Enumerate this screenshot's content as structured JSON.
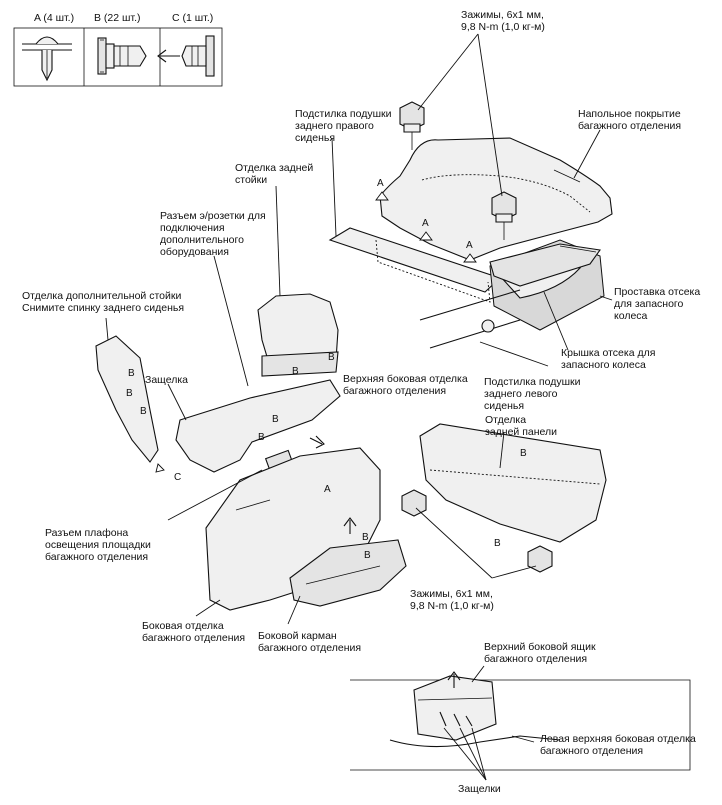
{
  "fastener_key": {
    "a": "A (4 шт.)",
    "b": "B (22 шт.)",
    "c": "C (1 шт.)"
  },
  "labels": {
    "clips_top": "Зажимы, 6x1 мм,\n9,8 N-m (1,0 кг-м)",
    "right_cushion_pad": "Подстилка подушки\nзаднего правого\nсиденья",
    "trunk_floor_cover": "Напольное покрытие\nбагажного отделения",
    "rear_pillar_trim": "Отделка задней\nстойки",
    "accessory_connector": "Разъем э/розетки для\nподключения\nдополнительного\nоборудования",
    "extra_pillar_trim": "Отделка дополнительной стойки\nСнимите спинку заднего сиденья",
    "latch": "Защелка",
    "upper_side_trim": "Верхняя боковая отделка\nбагажного отделения",
    "spare_spacer": "Проставка отсека\nдля запасного\nколеса",
    "spare_lid": "Крышка отсека для\nзапасного колеса",
    "left_cushion_pad": "Подстилка подушки\nзаднего левого\nсиденья",
    "rear_panel_trim": "Отделка\nзадней панели",
    "lamp_connector": "Разъем плафона\nосвещения площадки\nбагажного отделения",
    "clips_bottom": "Зажимы, 6x1 мм,\n9,8 N-m (1,0 кг-м)",
    "side_trim": "Боковая отделка\nбагажного отделения",
    "side_pocket": "Боковой карман\nбагажного отделения",
    "upper_side_box": "Верхний боковой ящик\nбагажного отделения",
    "left_upper_side_trim": "Левая верхняя боковая отделка\nбагажного отделения",
    "latches": "Защелки"
  },
  "markers": {
    "a": "A",
    "b": "B",
    "c": "C"
  }
}
